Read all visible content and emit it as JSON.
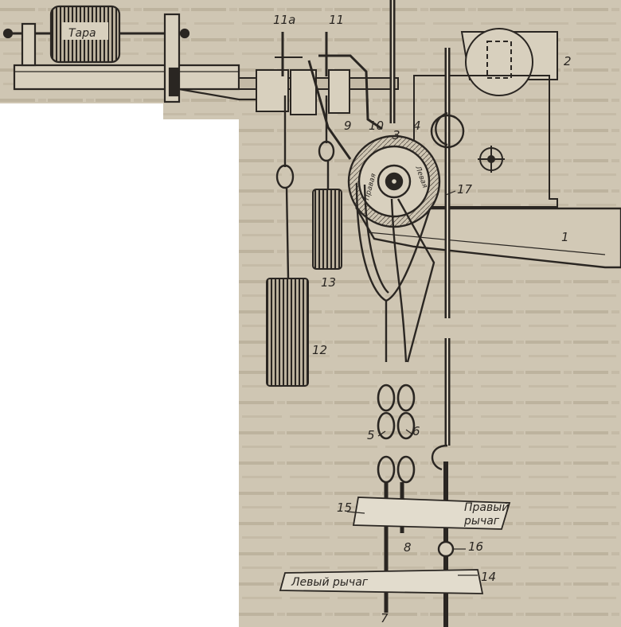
{
  "labels": {
    "tara": "Тара",
    "n1": "1",
    "n2": "2",
    "n3": "3",
    "n4": "4",
    "n5": "5",
    "n6": "6",
    "n7": "7",
    "n8": "8",
    "n9": "9",
    "n10": "10",
    "n11": "11",
    "n11a": "11а",
    "n12": "12",
    "n13": "13",
    "n14": "14",
    "n15": "15",
    "n16": "16",
    "n17": "17",
    "right_lever": "Правый рычаг",
    "left_lever": "Левый рычаг",
    "disc_left_word": "Правая",
    "disc_right_word": "Левая"
  },
  "colors": {
    "paper": "#cfc6b3",
    "ink": "#2a2622",
    "background": "#ffffff"
  }
}
